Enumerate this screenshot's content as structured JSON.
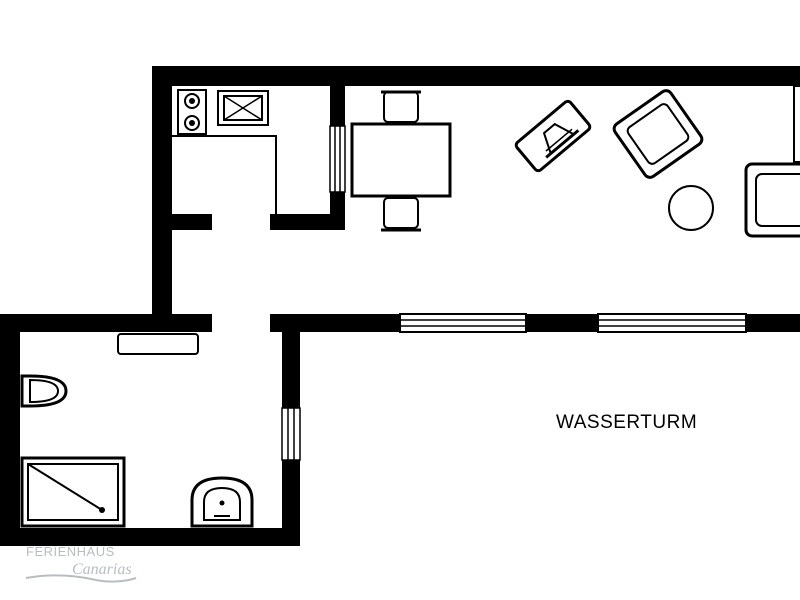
{
  "rooms": {
    "outdoor_label": "WASSERTURM"
  },
  "logo": {
    "line1": "FERIENHAUS",
    "line2": "Canarias",
    "color": "#b9bdc1"
  },
  "colors": {
    "wall": "#000000",
    "background": "#ffffff"
  }
}
